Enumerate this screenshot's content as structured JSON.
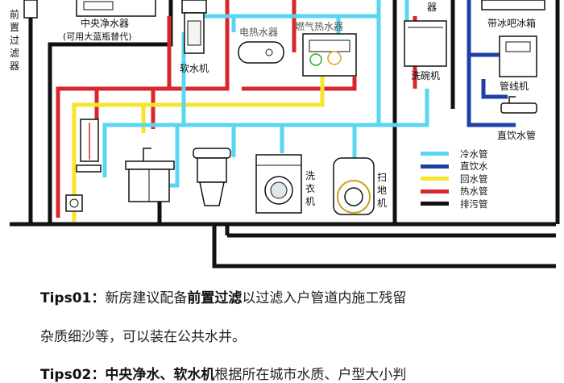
{
  "labels": {
    "pre_filter": "前置过滤器",
    "central_purifier": "中央净水器",
    "central_purifier_note": "(可用大蓝瓶替代)",
    "softener": "软水机",
    "electric_heater": "电热水器",
    "gas_heater": "燃气热水器",
    "dishwasher_top": "器",
    "dishwasher": "洗碗机",
    "ice_fountain": "带冰吧冰箱",
    "pipeline_machine": "管线机",
    "direct_drink_tap": "直饮水管",
    "washing_machine": "洗衣机",
    "robot_vacuum": "扫地机"
  },
  "legend": [
    {
      "label": "冷水管",
      "color": "#5ad6f0"
    },
    {
      "label": "直饮水",
      "color": "#1f3fa6"
    },
    {
      "label": "回水管",
      "color": "#f7e52a"
    },
    {
      "label": "热水管",
      "color": "#d9262b"
    },
    {
      "label": "排污管",
      "color": "#111111"
    }
  ],
  "tips": [
    {
      "prefix": "Tips01：",
      "text1": "新房建议配备",
      "bold": "前置过滤",
      "text2": "以过滤入户管道内施工残留"
    },
    {
      "prefix": "",
      "text1": "杂质细沙等，可以装在公共水井。",
      "bold": "",
      "text2": ""
    },
    {
      "prefix": "Tips02：",
      "text1": "",
      "bold": "中央净水、软水机",
      "text2": "根据所在城市水质、户型大小判"
    }
  ]
}
